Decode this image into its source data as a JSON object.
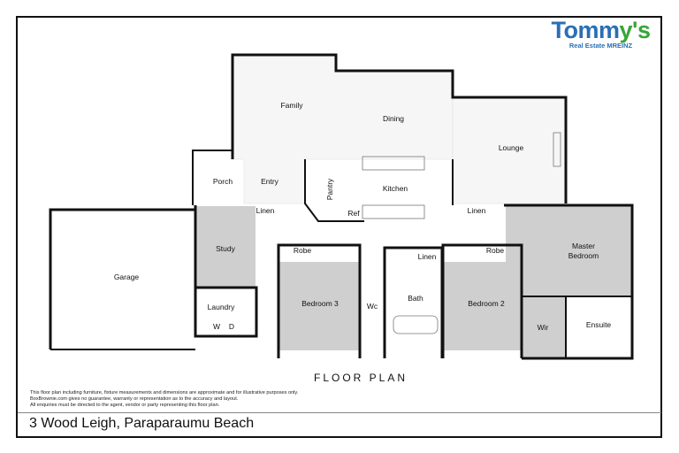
{
  "logo": {
    "brand_main": "Tomm",
    "brand_accent": "y's",
    "tagline": "Real Estate MREINZ"
  },
  "rooms": {
    "family": "Family",
    "dining": "Dining",
    "lounge": "Lounge",
    "porch": "Porch",
    "entry": "Entry",
    "pantry": "Pantry",
    "kitchen": "Kitchen",
    "ref": "Ref",
    "linen_1": "Linen",
    "linen_2": "Linen",
    "linen_3": "Linen",
    "study": "Study",
    "garage": "Garage",
    "master_line1": "Master",
    "master_line2": "Bedroom",
    "robe_1": "Robe",
    "robe_2": "Robe",
    "bedroom3": "Bedroom 3",
    "bedroom2": "Bedroom 2",
    "bath": "Bath",
    "wc": "Wc",
    "laundry": "Laundry",
    "w": "W",
    "d": "D",
    "wir": "Wir",
    "ensuite": "Ensuite"
  },
  "colors": {
    "bedroom_fill": "#cfcfcf",
    "wall": "#111111",
    "logo_blue": "#2a6fb5",
    "logo_green": "#37a53a"
  },
  "floor_plan_title": "FLOOR PLAN",
  "disclaimer": [
    "This floor plan including furniture, fixture measurements and dimensions are approximate and for illustrative purposes only.",
    "BoxBrownie.com gives no guarantee, warranty or representation as to the accuracy and layout.",
    "All enquiries must be directed to the agent, vendor or party representing this floor plan."
  ],
  "address": "3 Wood Leigh, Paraparaumu Beach"
}
